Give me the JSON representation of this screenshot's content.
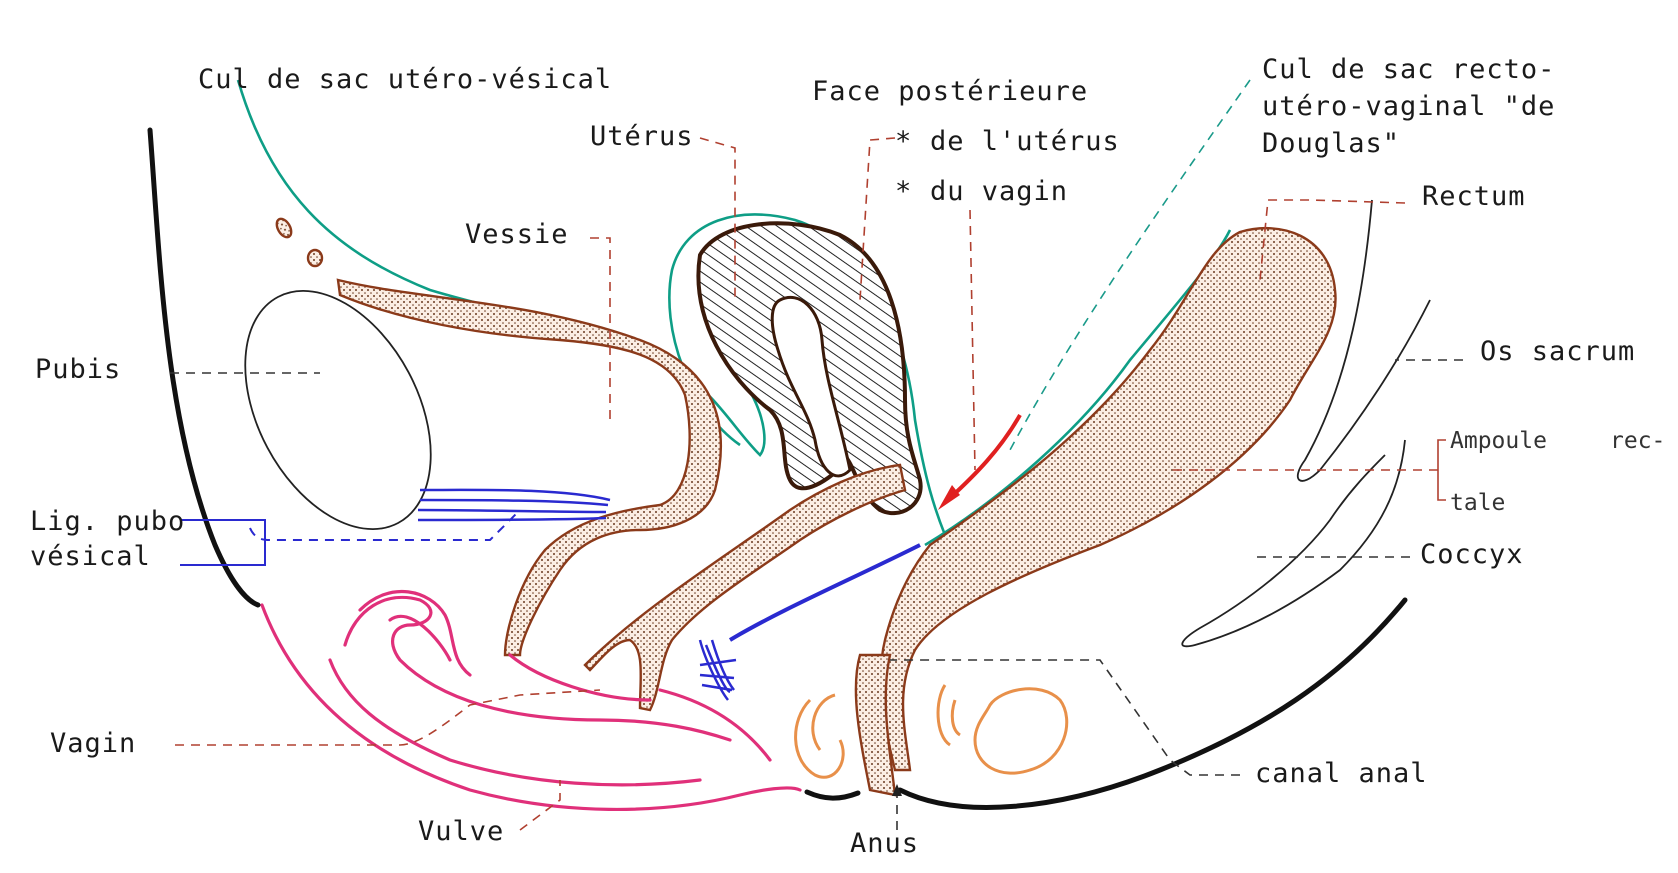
{
  "labels": {
    "cul_de_sac_utero_vesical": "Cul de sac utéro-vésical",
    "face_posterieure": "Face postérieure",
    "de_l_uterus": "de l'utérus",
    "du_vagin": "du vagin",
    "bullet": "*",
    "cul_de_sac_recto_line1": "Cul de sac recto-",
    "cul_de_sac_recto_line2": "utéro-vaginal \"de",
    "cul_de_sac_recto_line3": "Douglas\"",
    "uterus": "Utérus",
    "vessie": "Vessie",
    "rectum": "Rectum",
    "pubis": "Pubis",
    "os_sacrum": "Os sacrum",
    "ampoule_line1": "Ampoule",
    "ampoule_line2": "rec-",
    "ampoule_line3": "tale",
    "lig_pubo_line1": "Lig. pubo",
    "lig_pubo_line2": "vésical",
    "coccyx": "Coccyx",
    "vagin": "Vagin",
    "canal_anal": "canal anal",
    "vulve": "Vulve",
    "anus": "Anus"
  },
  "colors": {
    "peritoneum": "#0e9e86",
    "organ_wall": "#8b3a1a",
    "uterus": "#3a1a0a",
    "vulva": "#e0307a",
    "ligament": "#2a2ad0",
    "sphincter": "#e8904a",
    "arrow": "#e02020",
    "bone": "#111111"
  }
}
